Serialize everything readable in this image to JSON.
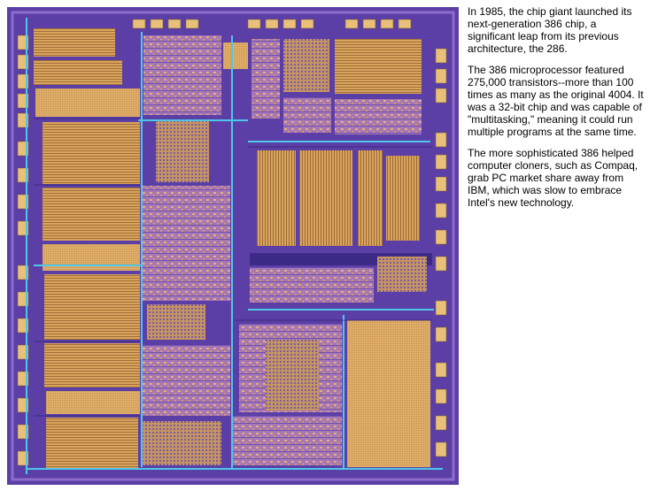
{
  "caption": {
    "paragraphs": [
      "In 1985, the chip giant launched its next-generation 386 chip, a significant leap from its previous architecture, the 286.",
      "The 386 microprocessor featured 275,000 transistors--more than 100 times as many as the original 4004. It was a 32-bit chip and was capable of \"multitasking,\" meaning it could run multiple programs at the same time.",
      "The more sophisticated 386 helped computer cloners, such as Compaq, grab PC market share away from IBM, which was slow to embrace Intel's new technology."
    ]
  },
  "photo": {
    "colors": {
      "background": "#5b3fa6",
      "gold": "#d9a45c",
      "gold_light": "#eecb86",
      "purple_dark": "#3d2a86",
      "cyan_trace": "#4fc7e8",
      "pink_logic": "#b57ab8"
    }
  }
}
